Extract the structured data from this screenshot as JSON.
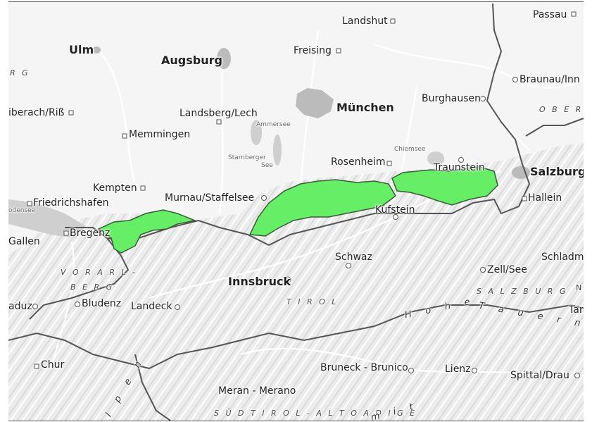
{
  "colors": {
    "highlight_fill": "#66ee66",
    "highlight_stroke": "#3a5a3a",
    "border": "#555555",
    "lake": "#cfcfcf",
    "city": "#bbbbbb",
    "river": "#ffffff"
  },
  "cities": {
    "landshut": "Landshut",
    "passau": "Passau",
    "ulm": "Ulm",
    "augsburg": "Augsburg",
    "freising": "Freising",
    "braunau": "Braunau/Inn",
    "burghausen": "Burghausen",
    "muenchen": "München",
    "biberach": "iberach/Riß",
    "landsberg": "Landsberg/Lech",
    "memmingen": "Memmingen",
    "rosenheim": "Rosenheim",
    "traunstein": "Traunstein",
    "salzburg": "Salzburg",
    "kempten": "Kempten",
    "murnau": "Murnau/Staffelsee",
    "friedrichshafen": "Friedrichshafen",
    "kufstein": "Kufstein",
    "hallein": "Hallein",
    "gallen": "Gallen",
    "bregenz": "Bregenz",
    "schwaz": "Schwaz",
    "schladming": "Schladm",
    "zellsee": "Zell/See",
    "innsbruck": "Innsbruck",
    "bludenz": "Bludenz",
    "landeck": "Landeck",
    "vaduz": "aduz",
    "chur": "Chur",
    "bruneck": "Bruneck - Brunico",
    "lienz": "Lienz",
    "spittal": "Spittal/Drau",
    "meran": "Meran - Merano",
    "tar": "Tar"
  },
  "lakes": {
    "ammersee": "Ammersee",
    "starnberger_1": "Starnberger",
    "starnberger_2": "See",
    "chiemsee": "Chiemsee",
    "bodensee": "odensee"
  },
  "regions": {
    "bayern_frag": "R G",
    "oberoe": "O B E R Ö",
    "vorarlberg_1": "V O R A R L -",
    "vorarlberg_2": "B E R G",
    "tirol": "T I R O L",
    "salzburg": "S A L Z B U R G",
    "suedtirol": "S Ü D T I R O L  -  A L T O  A D I G E",
    "hohe_tauern_1": "H o h e",
    "hohe_tauern_2": "T a u e r n",
    "alpen": "A l p e n",
    "mit": "m i t",
    "n_frag": "N"
  }
}
